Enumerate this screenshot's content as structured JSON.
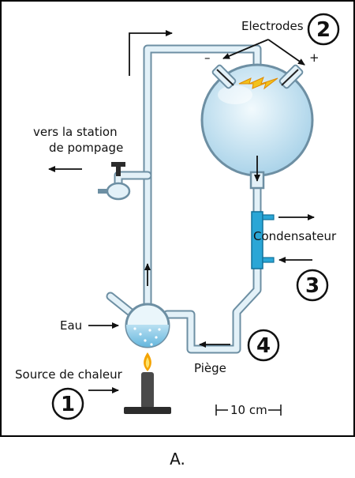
{
  "labels": {
    "electrodes": "Electrodes",
    "minus": "–",
    "plus": "+",
    "vers_line1": "vers la station",
    "vers_line2": "de pompage",
    "condensateur": "Condensateur",
    "eau": "Eau",
    "source": "Source de chaleur",
    "piege": "Piège",
    "scale": "10 cm"
  },
  "steps": [
    "1",
    "2",
    "3",
    "4"
  ],
  "caption": "A.",
  "colors": {
    "glass": "#cfe6f3",
    "glass_outline": "#6d8fa3",
    "condenser": "#2aa6d6",
    "spark": "#f2c21b",
    "flame": "#f4a300",
    "burner": "#4a4a4a",
    "frame": "#000000"
  }
}
